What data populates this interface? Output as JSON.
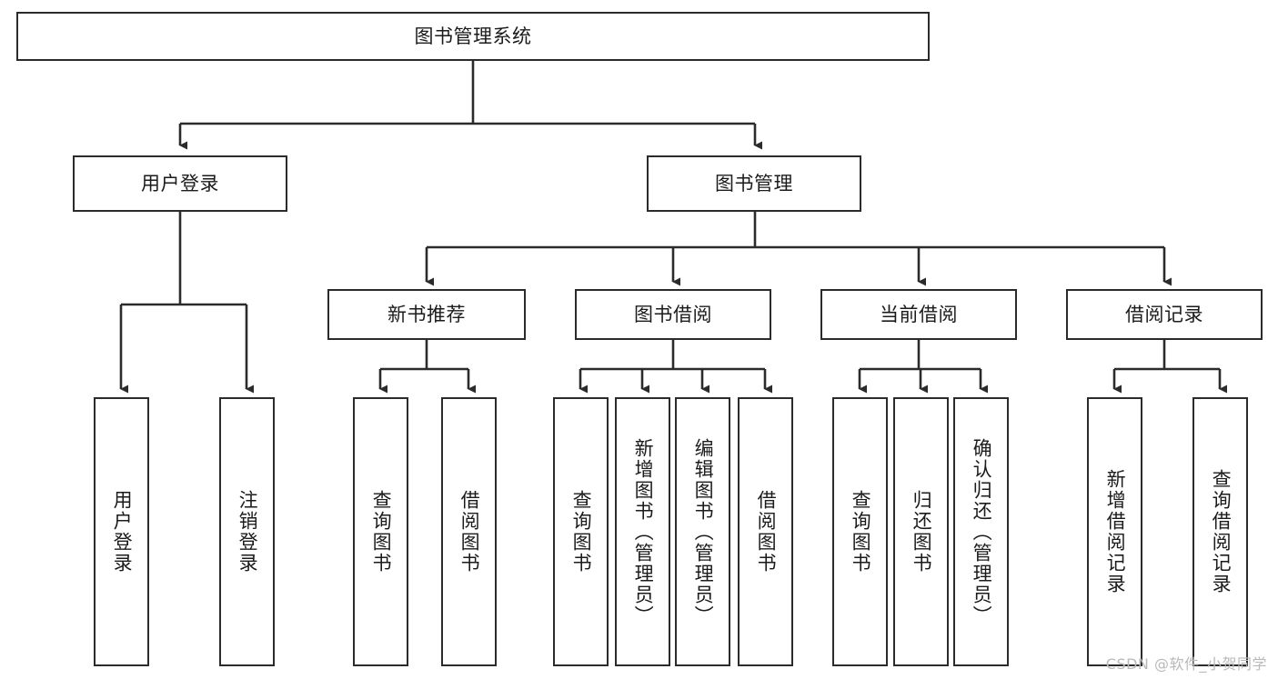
{
  "diagram": {
    "type": "tree",
    "orientation": "top-down",
    "title": "图书管理系统",
    "style": {
      "box_border_color": "#2b2b2b",
      "box_fill_color": "#ffffff",
      "line_color": "#2b2b2b",
      "text_color": "#1b1b1b",
      "background_color": "#ffffff"
    },
    "root": {
      "label": "图书管理系统"
    },
    "level2": [
      {
        "label": "用户登录"
      },
      {
        "label": "图书管理"
      }
    ],
    "level3": [
      {
        "label": "新书推荐"
      },
      {
        "label": "图书借阅"
      },
      {
        "label": "当前借阅"
      },
      {
        "label": "借阅记录"
      }
    ],
    "leaves": {
      "user_login": [
        {
          "label": "用户登录"
        },
        {
          "label": "注销登录"
        }
      ],
      "new_book_recommend": [
        {
          "label": "查询图书"
        },
        {
          "label": "借阅图书"
        }
      ],
      "book_borrow": [
        {
          "label": "查询图书"
        },
        {
          "label": "新增图书（管理员）"
        },
        {
          "label": "编辑图书（管理员）"
        },
        {
          "label": "借阅图书"
        }
      ],
      "current_borrow": [
        {
          "label": "查询图书"
        },
        {
          "label": "归还图书"
        },
        {
          "label": "确认归还（管理员）"
        }
      ],
      "borrow_record": [
        {
          "label": "新增借阅记录"
        },
        {
          "label": "查询借阅记录"
        }
      ]
    }
  },
  "watermark": {
    "text": "CSDN @软件_小贺同学"
  }
}
